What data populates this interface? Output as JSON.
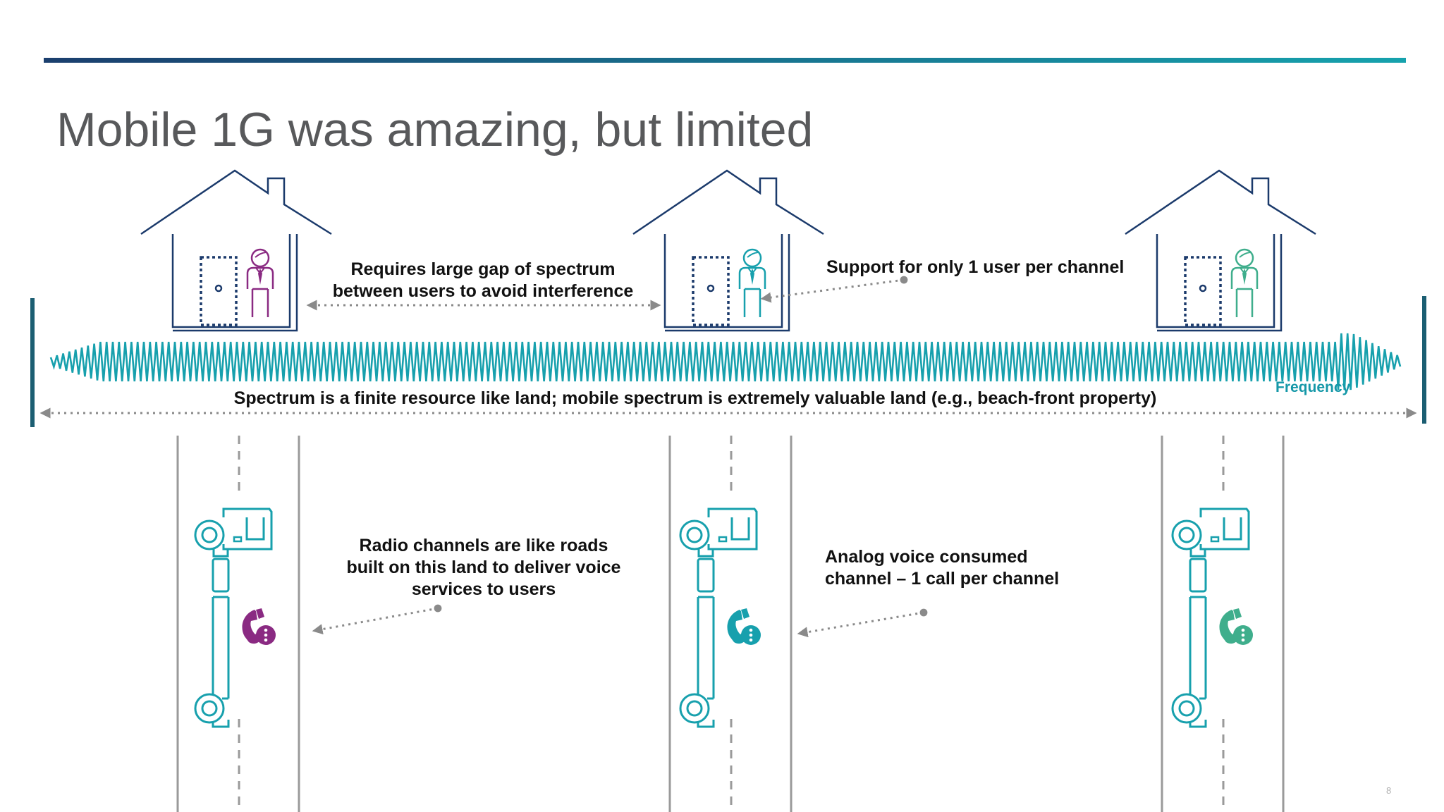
{
  "slide": {
    "title": "Mobile 1G was amazing, but limited",
    "page_number": "8"
  },
  "colors": {
    "title_bar_start": "#1b3f6e",
    "title_bar_end": "#16a2ad",
    "navy": "#1b3a6b",
    "teal": "#17a0ad",
    "purple": "#8a2a82",
    "green": "#3fae8c",
    "gray": "#8a8a8a",
    "road": "#9a9a9a"
  },
  "captions": {
    "gap": [
      "Requires large gap of spectrum",
      "between users to avoid interference"
    ],
    "one_user": "Support for only 1 user per channel",
    "spectrum": "Spectrum is a finite resource like land; mobile spectrum is extremely valuable land (e.g., beach-front property)",
    "frequency": "Frequency",
    "roads": [
      "Radio channels are like roads",
      "built on this land to deliver voice",
      "services to users"
    ],
    "analog": [
      "Analog voice consumed",
      "channel – 1 call per channel"
    ]
  },
  "channels": [
    {
      "user_color": "purple",
      "phone_color": "purple"
    },
    {
      "user_color": "teal",
      "phone_color": "teal"
    },
    {
      "user_color": "green",
      "phone_color": "green"
    }
  ],
  "icons": {
    "house": "house-icon",
    "door": "door-icon",
    "person": "person-icon",
    "bus": "bus-icon",
    "phone": "phone-call-icon",
    "wave": "frequency-wave-icon"
  }
}
